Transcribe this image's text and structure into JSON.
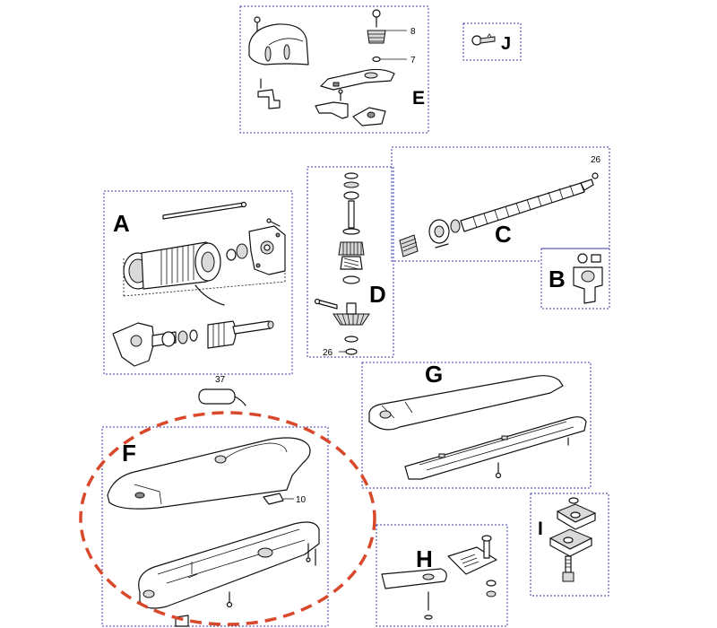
{
  "sections": {
    "A": {
      "letter": "A"
    },
    "B": {
      "letter": "B"
    },
    "C": {
      "letter": "C",
      "callouts": [
        "26"
      ]
    },
    "D": {
      "letter": "D",
      "callouts": [
        "26"
      ]
    },
    "E": {
      "letter": "E",
      "callouts": [
        "8",
        "7"
      ]
    },
    "F": {
      "letter": "F",
      "callouts": [
        "10"
      ]
    },
    "G": {
      "letter": "G"
    },
    "H": {
      "letter": "H"
    },
    "I": {
      "letter": "I"
    },
    "J": {
      "letter": "J"
    }
  },
  "loose_parts": {
    "capacitor_callout": "37"
  },
  "highlight": {
    "target": "F",
    "color": "#d9482b"
  }
}
